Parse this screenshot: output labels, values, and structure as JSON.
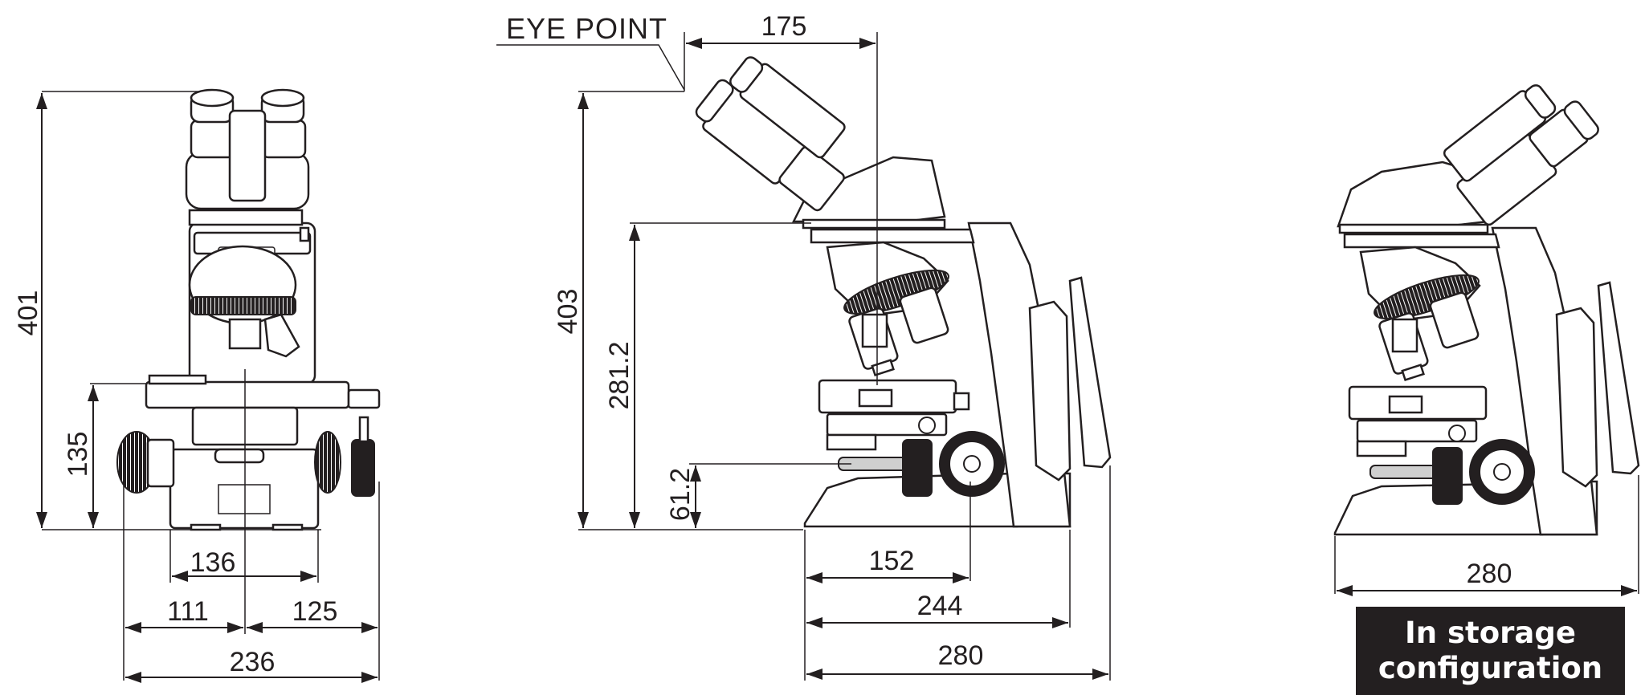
{
  "callouts": {
    "eye_point": "EYE POINT",
    "storage_label": "In storage configuration"
  },
  "front_view": {
    "height_total": "401",
    "stage_height": "135",
    "base_width": "136",
    "left_width": "111",
    "right_width": "125",
    "total_width": "236"
  },
  "side_view": {
    "eyepiece_offset": "175",
    "height_total": "403",
    "arm_height": "281.2",
    "condenser_height": "61.2",
    "depth_to_stage": "152",
    "depth_base": "244",
    "depth_total": "280"
  },
  "storage_view": {
    "depth_total": "280"
  },
  "colors": {
    "ink": "#231f20",
    "label_background": "#231f20",
    "label_text": "#ffffff"
  }
}
